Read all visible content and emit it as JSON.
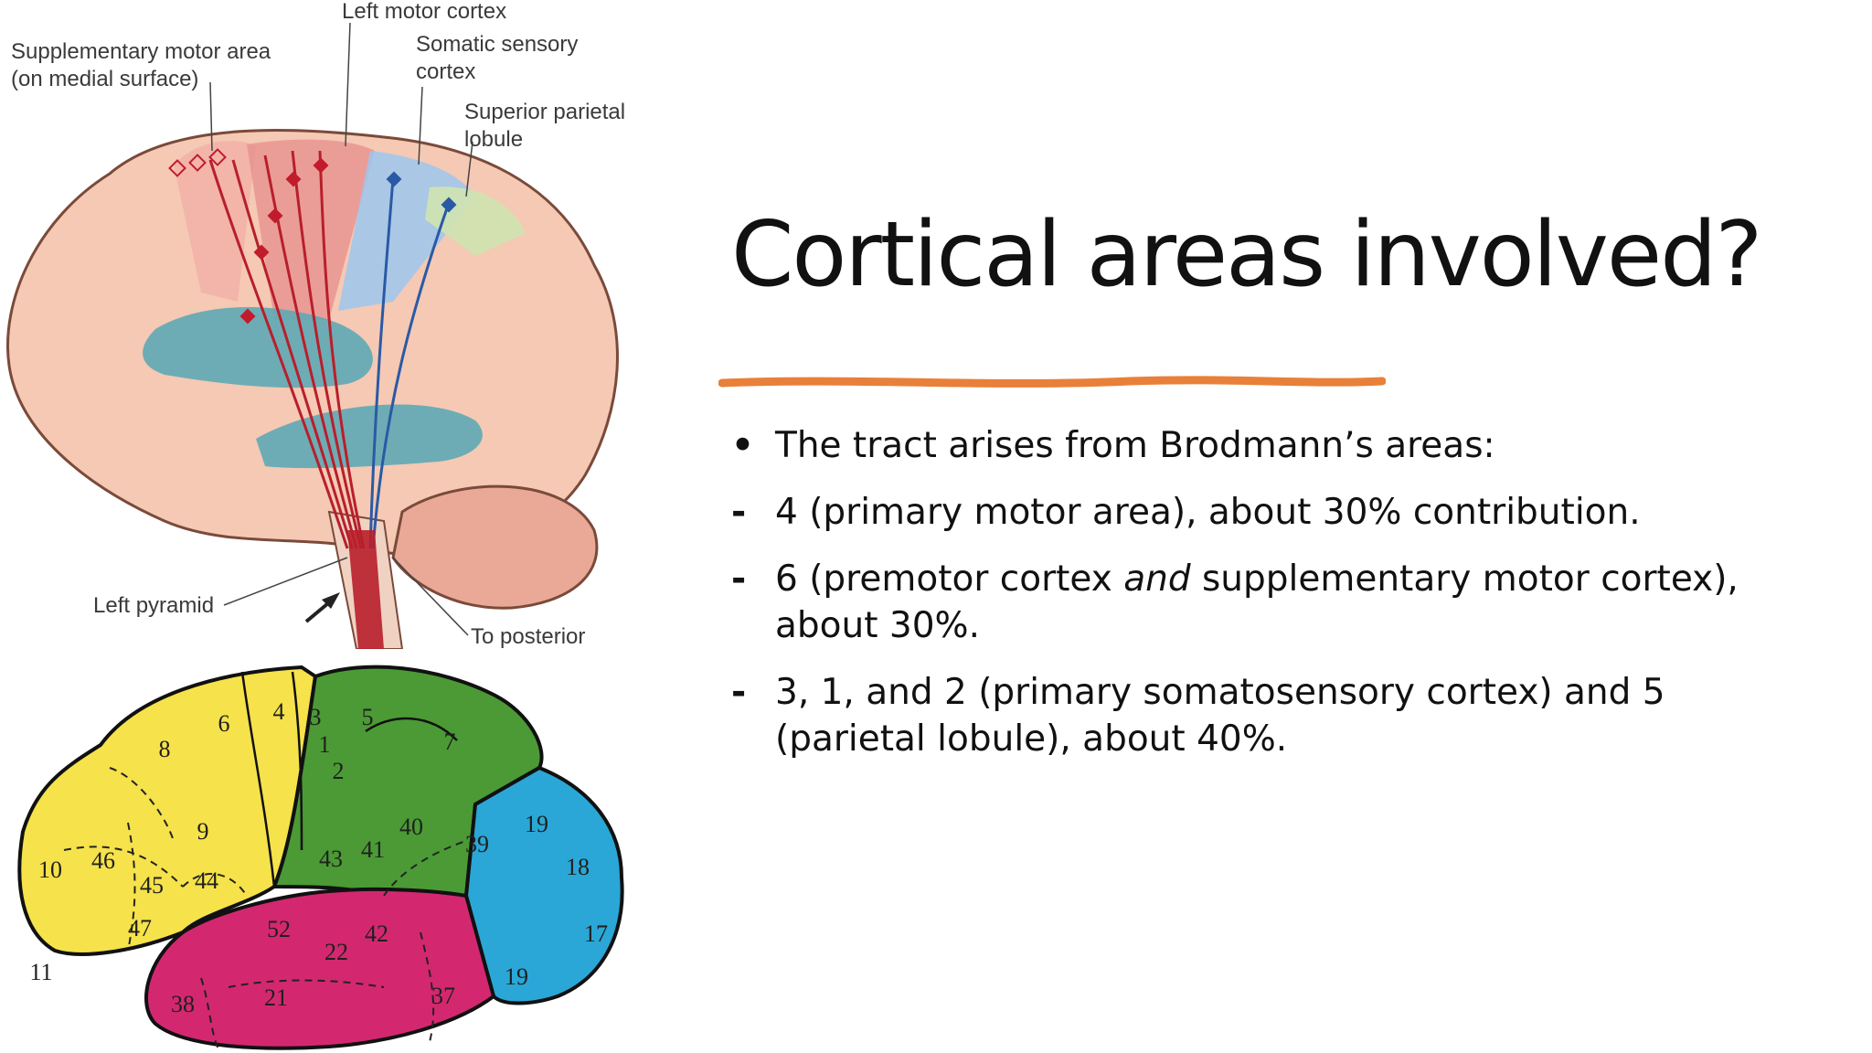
{
  "slide": {
    "title": "Cortical areas involved?",
    "accent_color": "#e8803a",
    "bullets": [
      {
        "marker": "•",
        "text": "The tract arises from Brodmann’s areas:"
      },
      {
        "marker": "-",
        "text": "4 (primary motor area), about 30% contribution."
      },
      {
        "marker": "-",
        "pre": "6 (premotor cortex ",
        "em": "and",
        "post": " supplementary motor cortex), about 30%."
      },
      {
        "marker": "-",
        "text": "3, 1, and 2 (primary somatosensory cortex) and 5 (parietal lobule), about 40%."
      }
    ]
  },
  "figure_top": {
    "labels": {
      "left_motor_cortex": "Left motor cortex",
      "supplementary_line1": "Supplementary motor area",
      "supplementary_line2": "(on medial surface)",
      "somatic_line1": "Somatic sensory",
      "somatic_line2": "cortex",
      "superior_line1": "Superior parietal",
      "superior_line2": "lobule",
      "left_pyramid": "Left pyramid",
      "to_posterior": "To posterior"
    }
  },
  "figure_bottom": {
    "region_colors": {
      "frontal": "#f6e24a",
      "parietal": "#4b9a35",
      "occipital": "#2aa7d6",
      "temporal": "#d3286f"
    },
    "areas": [
      "4",
      "3",
      "5",
      "6",
      "8",
      "1",
      "2",
      "7",
      "9",
      "40",
      "19",
      "10",
      "46",
      "43",
      "41",
      "39",
      "18",
      "45",
      "44",
      "52",
      "42",
      "17",
      "47",
      "22",
      "11",
      "38",
      "21",
      "37"
    ]
  }
}
